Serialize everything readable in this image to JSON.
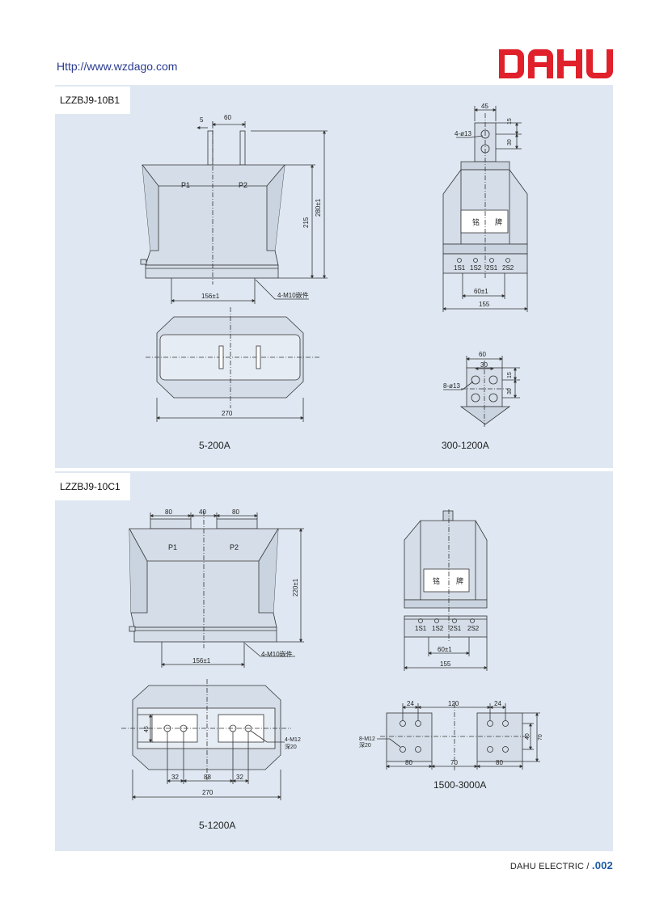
{
  "header": {
    "url": "Http://www.wzdago.com",
    "logo_text": "DAHU",
    "logo_color": "#e0202a"
  },
  "sections": [
    {
      "model": "LZZBJ9-10B1",
      "captions": [
        "5-200A",
        "300-1200A"
      ],
      "front": {
        "terminals": [
          "P1",
          "P2"
        ],
        "dims": [
          "5",
          "60",
          "215",
          "280±1",
          "156±1",
          "4-M10嵌件"
        ]
      },
      "top": {
        "dims": [
          "270"
        ]
      },
      "side": {
        "dims": [
          "45",
          "15",
          "30",
          "4-ø13",
          "60±1",
          "155"
        ],
        "plate": [
          "铭",
          "牌"
        ],
        "secondary": [
          "1S1",
          "1S2",
          "2S1",
          "2S2"
        ]
      },
      "detail": {
        "dims": [
          "60",
          "30",
          "15",
          "30",
          "8-ø13"
        ]
      }
    },
    {
      "model": "LZZBJ9-10C1",
      "captions": [
        "5-1200A",
        "1500-3000A"
      ],
      "front": {
        "terminals": [
          "P1",
          "P2"
        ],
        "dims": [
          "80",
          "40",
          "80",
          "220±1",
          "156±1",
          "4-M10嵌件"
        ]
      },
      "top": {
        "dims": [
          "45",
          "32",
          "88",
          "32",
          "270",
          "4-M12",
          "深20"
        ]
      },
      "side": {
        "dims": [
          "60±1",
          "155"
        ],
        "plate": [
          "铭",
          "牌"
        ],
        "secondary": [
          "1S1",
          "1S2",
          "2S1",
          "2S2"
        ]
      },
      "detail": {
        "dims": [
          "24",
          "120",
          "24",
          "40",
          "70",
          "80",
          "70",
          "80",
          "8-M12",
          "深20"
        ]
      }
    }
  ],
  "footer": {
    "company": "DAHU ELECTRIC / ",
    "page": ".002"
  }
}
